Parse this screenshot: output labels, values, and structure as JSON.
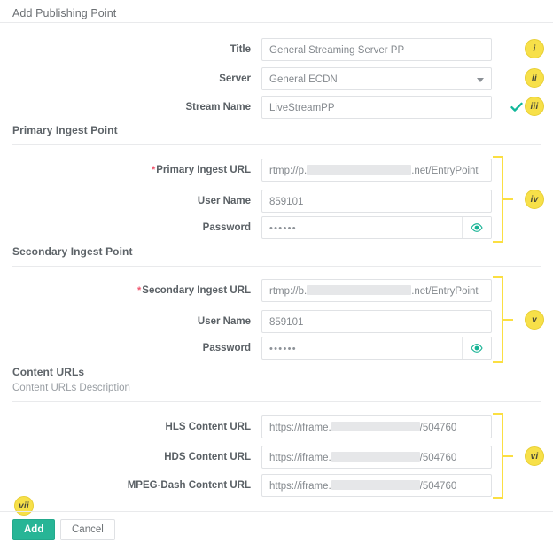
{
  "page": {
    "title": "Add Publishing Point"
  },
  "sections": [
    {
      "id": "primary",
      "heading": "Primary Ingest Point"
    },
    {
      "id": "secondary",
      "heading": "Secondary Ingest Point"
    },
    {
      "id": "content",
      "heading": "Content URLs",
      "description": "Content URLs Description"
    }
  ],
  "fields": {
    "title": {
      "label": "Title",
      "value": "General Streaming Server PP",
      "required": false,
      "type": "text"
    },
    "server": {
      "label": "Server",
      "value": "General ECDN",
      "required": false,
      "type": "select"
    },
    "stream_name": {
      "label": "Stream Name",
      "value": "LiveStreamPP",
      "required": false,
      "type": "text",
      "valid": true
    },
    "primary_url": {
      "label": "Primary Ingest URL",
      "required": true,
      "type": "masked-url",
      "prefix": "rtmp://p.",
      "suffix": ".net/EntryPoint"
    },
    "primary_user": {
      "label": "User Name",
      "value": "859101",
      "required": false,
      "type": "text"
    },
    "primary_pass": {
      "label": "Password",
      "value": "••••••",
      "required": false,
      "type": "password"
    },
    "secondary_url": {
      "label": "Secondary Ingest URL",
      "required": true,
      "type": "masked-url",
      "prefix": "rtmp://b.",
      "suffix": ".net/EntryPoint"
    },
    "secondary_user": {
      "label": "User Name",
      "value": "859101",
      "required": false,
      "type": "text"
    },
    "secondary_pass": {
      "label": "Password",
      "value": "••••••",
      "required": false,
      "type": "password"
    },
    "hls_url": {
      "label": "HLS Content URL",
      "required": false,
      "type": "masked-url",
      "prefix": "https://iframe.",
      "suffix": "/504760"
    },
    "hds_url": {
      "label": "HDS Content URL",
      "required": false,
      "type": "masked-url",
      "prefix": "https://iframe.",
      "suffix": "/504760"
    },
    "dash_url": {
      "label": "MPEG-Dash Content URL",
      "required": false,
      "type": "masked-url",
      "prefix": "https://iframe.",
      "suffix": "/504760"
    }
  },
  "annotations": {
    "badges": [
      {
        "id": "i",
        "label": "i"
      },
      {
        "id": "ii",
        "label": "ii"
      },
      {
        "id": "iii",
        "label": "iii"
      },
      {
        "id": "iv",
        "label": "iv"
      },
      {
        "id": "v",
        "label": "v"
      },
      {
        "id": "vi",
        "label": "vi"
      },
      {
        "id": "vii",
        "label": "vii"
      }
    ]
  },
  "footer": {
    "add_label": "Add",
    "cancel_label": "Cancel"
  },
  "icons": {
    "eye": "eye-icon",
    "check": "check-icon",
    "caret": "chevron-down-icon"
  },
  "colors": {
    "accent_badge": "#f7e049",
    "bracket": "#fbdf42",
    "primary_button": "#27b596",
    "required_asterisk": "#f0566e",
    "valid_check": "#12b79a"
  }
}
